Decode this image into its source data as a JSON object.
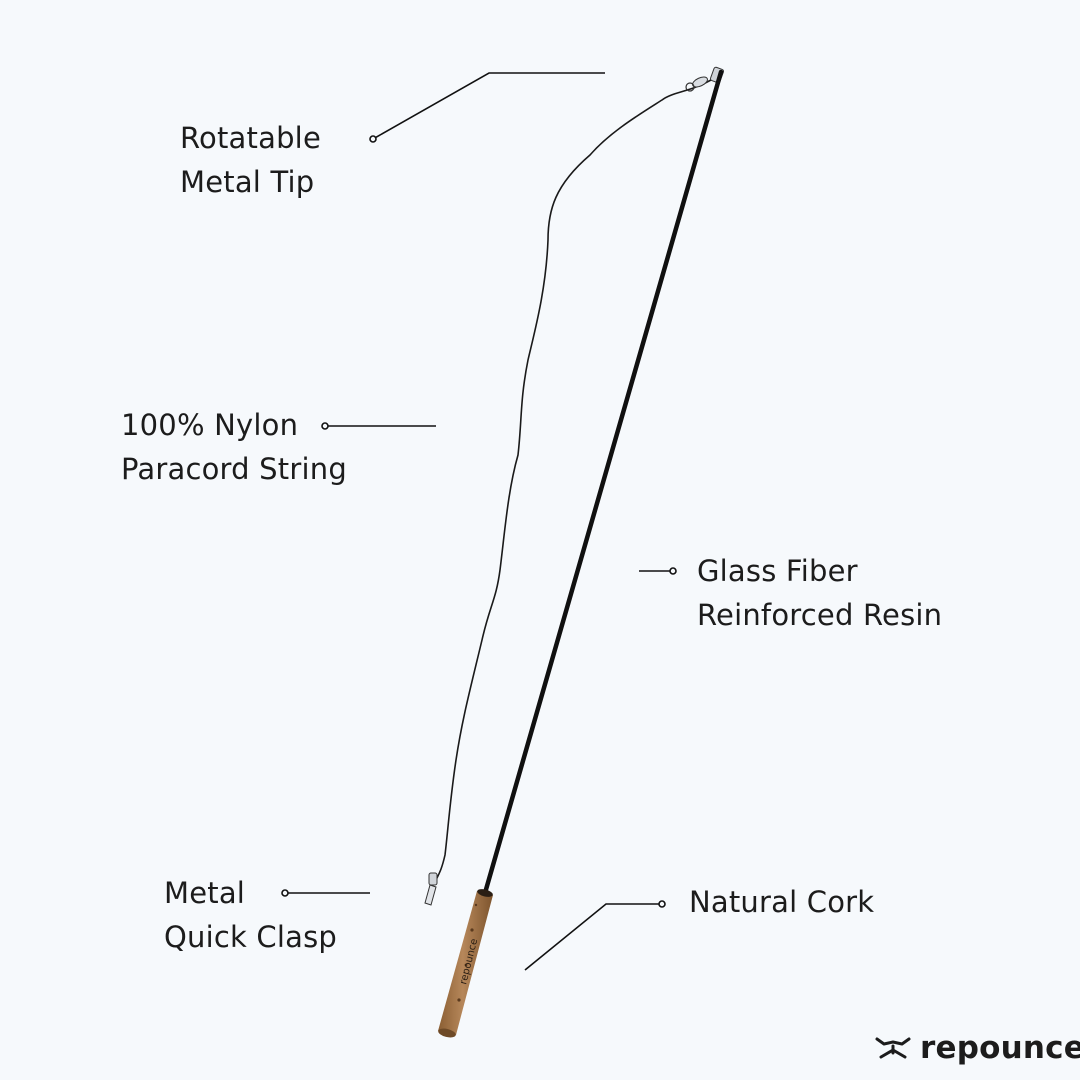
{
  "callouts": {
    "tip": {
      "line1": "Rotatable",
      "line2": "Metal Tip"
    },
    "string": {
      "line1": "100% Nylon",
      "line2": "Paracord String"
    },
    "rod": {
      "line1": "Glass Fiber",
      "line2": "Reinforced Resin"
    },
    "clasp": {
      "line1": "Metal",
      "line2": "Quick Clasp"
    },
    "handle": {
      "line1": "Natural Cork"
    }
  },
  "handle_engraving": "repounce",
  "brand": {
    "name": "repounce",
    "icon": "cat-face-icon"
  },
  "colors": {
    "background": "#f6f9fc",
    "text": "#1c1c1c",
    "rod": "#111111",
    "cork": "#a8794a"
  }
}
